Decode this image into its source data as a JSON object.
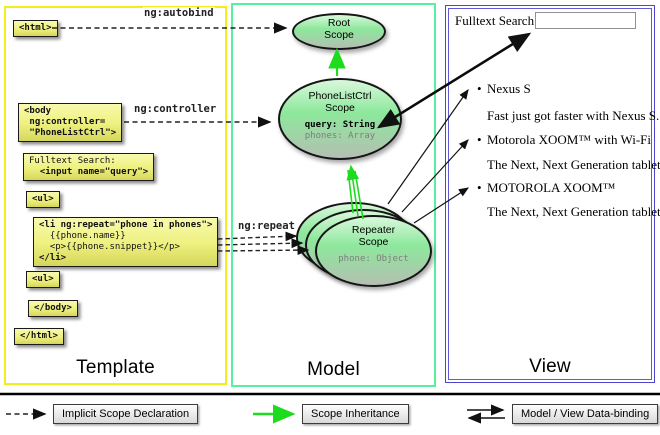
{
  "colors": {
    "template_border": "#f2ee1b",
    "model_border": "#57efa0",
    "view_border": "#4d44cf",
    "inheritance_arrow_green": "#1ddc1d",
    "code_box_yellow_top": "#f8faae",
    "code_box_yellow_bottom": "#d4d65c",
    "scope_green_top": "#d9f8db",
    "scope_green_bottom": "#b4bfb2"
  },
  "panels": {
    "template": {
      "label": "Template"
    },
    "model": {
      "label": "Model"
    },
    "view": {
      "label": "View"
    }
  },
  "arrow_labels": {
    "ng_autobind": "ng:autobind",
    "ng_controller": "ng:controller",
    "ng_repeat": "ng:repeat"
  },
  "code_boxes": {
    "html_open": {
      "l1": "<html>"
    },
    "body_open": {
      "l1": "<body",
      "l2": " ng:controller=",
      "l3": " \"PhoneListCtrl\">"
    },
    "fulltext": {
      "l1": "Fulltext Search:",
      "l2": "  <input name=\"query\">"
    },
    "ul_open": {
      "l1": "<ul>"
    },
    "li_repeat": {
      "l1": "<li ng:repeat=\"phone in phones\">",
      "l2": "  {{phone.name}}",
      "l3": "  <p>{{phone.snippet}}</p>",
      "l4": "</li>"
    },
    "ul_open2": {
      "l1": "<ul>"
    },
    "body_close": {
      "l1": "</body>"
    },
    "html_close": {
      "l1": "</html>"
    }
  },
  "scopes": {
    "root": {
      "title": "Root\nScope"
    },
    "phonelist": {
      "title": "PhoneListCtrl\nScope",
      "prop1": "query: String",
      "prop2": "phones: Array"
    },
    "repeater": {
      "title": "Repeater\nScope",
      "prop1": "phone: Object"
    }
  },
  "view": {
    "search_label": "Fulltext Search:",
    "search_value": "",
    "items": [
      {
        "bullet": "•",
        "title": "Nexus S",
        "desc": "Fast just got faster with Nexus S."
      },
      {
        "bullet": "•",
        "title": "Motorola XOOM™  with Wi-Fi",
        "desc": "The Next, Next Generation tablet."
      },
      {
        "bullet": "•",
        "title": "MOTOROLA XOOM™",
        "desc": "The Next, Next Generation tablet."
      }
    ]
  },
  "legend": {
    "implicit": "Implicit Scope Declaration",
    "inheritance": "Scope Inheritance",
    "binding": "Model / View Data-binding"
  }
}
